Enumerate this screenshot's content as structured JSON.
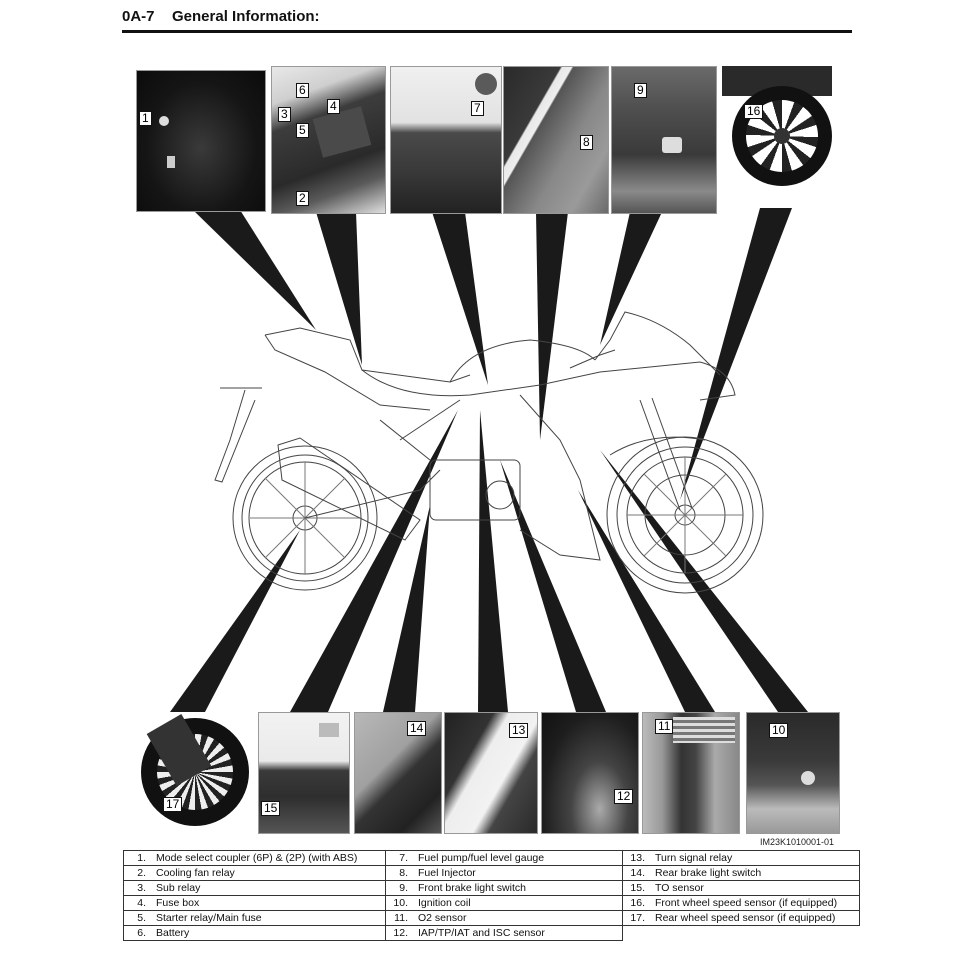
{
  "header": {
    "page_number": "0A-7",
    "title": "General Information:"
  },
  "figure": {
    "figure_id": "IM23K1010001-01",
    "top_photos": [
      {
        "name": "seat-electrical-photo",
        "callouts": [
          "1"
        ]
      },
      {
        "name": "battery-area-photo",
        "callouts": [
          "6",
          "4",
          "3",
          "5",
          "2"
        ]
      },
      {
        "name": "fuel-pump-photo",
        "callouts": [
          "7"
        ]
      },
      {
        "name": "fuel-injector-photo",
        "callouts": [
          "8"
        ]
      },
      {
        "name": "front-brake-switch-photo",
        "callouts": [
          "9"
        ]
      },
      {
        "name": "front-wheel-photo",
        "callouts": [
          "16"
        ]
      }
    ],
    "bottom_photos": [
      {
        "name": "rear-wheel-photo",
        "callouts": [
          "17"
        ]
      },
      {
        "name": "to-sensor-photo",
        "callouts": [
          "15"
        ]
      },
      {
        "name": "rear-brake-switch-photo",
        "callouts": [
          "14"
        ]
      },
      {
        "name": "turn-signal-relay-photo",
        "callouts": [
          "13"
        ]
      },
      {
        "name": "iap-sensor-photo",
        "callouts": [
          "12"
        ]
      },
      {
        "name": "o2-sensor-photo",
        "callouts": [
          "11"
        ]
      },
      {
        "name": "ignition-coil-photo",
        "callouts": [
          "10"
        ]
      }
    ]
  },
  "legend": {
    "col1": [
      {
        "num": "1.",
        "label": "Mode select coupler (6P) & (2P) (with ABS)"
      },
      {
        "num": "2.",
        "label": "Cooling fan relay"
      },
      {
        "num": "3.",
        "label": "Sub relay"
      },
      {
        "num": "4.",
        "label": "Fuse box"
      },
      {
        "num": "5.",
        "label": "Starter relay/Main fuse"
      },
      {
        "num": "6.",
        "label": "Battery"
      }
    ],
    "col2": [
      {
        "num": "7.",
        "label": "Fuel pump/fuel level gauge"
      },
      {
        "num": "8.",
        "label": "Fuel Injector"
      },
      {
        "num": "9.",
        "label": "Front brake light switch"
      },
      {
        "num": "10.",
        "label": "Ignition coil"
      },
      {
        "num": "11.",
        "label": "O2 sensor"
      },
      {
        "num": "12.",
        "label": "IAP/TP/IAT and ISC sensor"
      }
    ],
    "col3": [
      {
        "num": "13.",
        "label": "Turn signal relay"
      },
      {
        "num": "14.",
        "label": "Rear brake light switch"
      },
      {
        "num": "15.",
        "label": "TO sensor"
      },
      {
        "num": "16.",
        "label": "Front wheel speed sensor (if equipped)"
      },
      {
        "num": "17.",
        "label": "Rear wheel speed sensor (if equipped)"
      }
    ]
  }
}
